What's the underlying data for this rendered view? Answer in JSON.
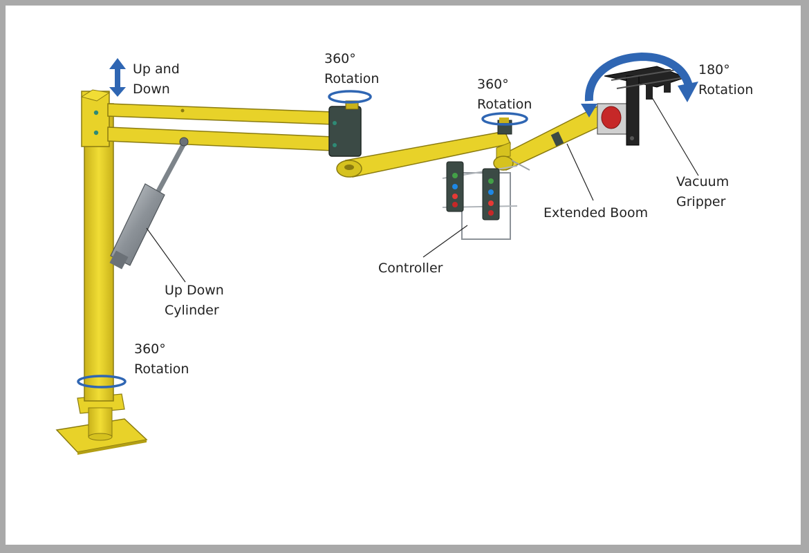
{
  "colors": {
    "frame": "#a9a9a9",
    "background": "#ffffff",
    "arm": "#e8d229",
    "arm_edge": "#8a7b10",
    "arrow": "#2f66b3",
    "cylinder": "#9aa0a6",
    "joint": "#3b4a45",
    "gripper": "#232323",
    "boom_flange": "#c62828"
  },
  "labels": {
    "up_and_down": [
      "Up and",
      "Down"
    ],
    "rotation_top": [
      "360°",
      "Rotation"
    ],
    "rotation_mid": [
      "360°",
      "Rotation"
    ],
    "rotation_gripper": [
      "180°",
      "Rotation"
    ],
    "vacuum_gripper": [
      "Vacuum",
      "Gripper"
    ],
    "extended_boom": "Extended Boom",
    "controller": "Controller",
    "up_down_cylinder": [
      "Up Down",
      "Cylinder"
    ],
    "rotation_base": [
      "360°",
      "Rotation"
    ]
  },
  "icons": [
    "vertical-double-arrow-icon",
    "rotation-arrow-icon",
    "curved-180-arrow-icon"
  ]
}
